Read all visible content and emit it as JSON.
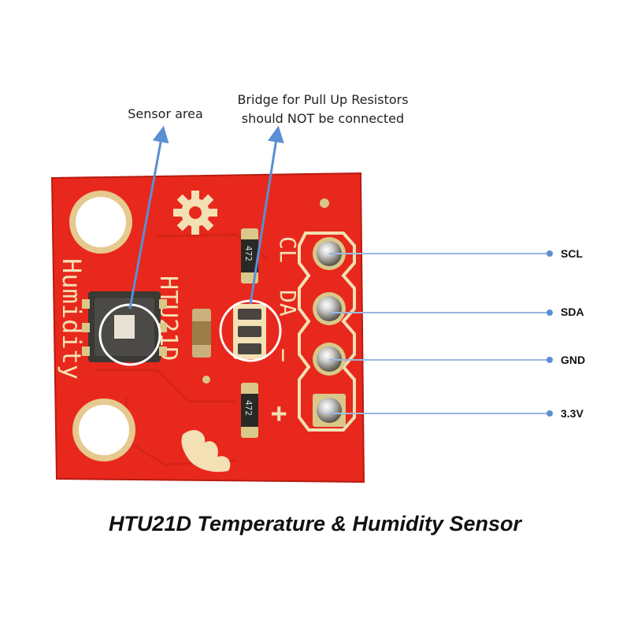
{
  "callouts": {
    "sensor_area": "Sensor area",
    "bridge_line1": "Bridge for Pull Up Resistors",
    "bridge_line2": "should NOT be connected"
  },
  "pins": [
    {
      "label": "SCL",
      "silkscreen": "CL"
    },
    {
      "label": "SDA",
      "silkscreen": "DA"
    },
    {
      "label": "GND",
      "silkscreen": "−"
    },
    {
      "label": "3.3V",
      "silkscreen": "+"
    }
  ],
  "board": {
    "chip_name": "HTU21D",
    "side_label": "Humidity",
    "resistor_marking": "472"
  },
  "caption": "HTU21D Temperature & Humidity Sensor",
  "colors": {
    "board_red": "#e8281c",
    "board_dark": "#c81e14",
    "arrow_blue": "#5b8fd3",
    "pad_gold": "#d9c889"
  }
}
